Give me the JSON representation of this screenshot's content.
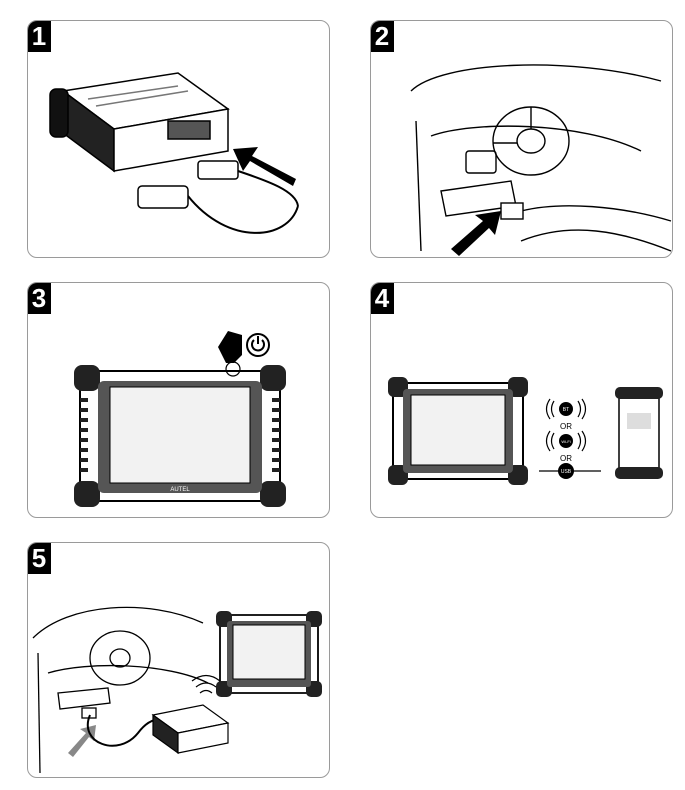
{
  "steps": [
    {
      "number": "1"
    },
    {
      "number": "2"
    },
    {
      "number": "3"
    },
    {
      "number": "4",
      "bluetooth_label": "BT",
      "or_label_1": "OR",
      "wifi_label": "Wi-Fi",
      "or_label_2": "OR",
      "usb_label": "USB"
    },
    {
      "number": "5"
    }
  ],
  "tablet_brand": "AUTEL",
  "colors": {
    "ink": "#000000",
    "panel_border": "#9a9a9a",
    "screen": "#f2f2f2",
    "arrow": "#000000"
  }
}
